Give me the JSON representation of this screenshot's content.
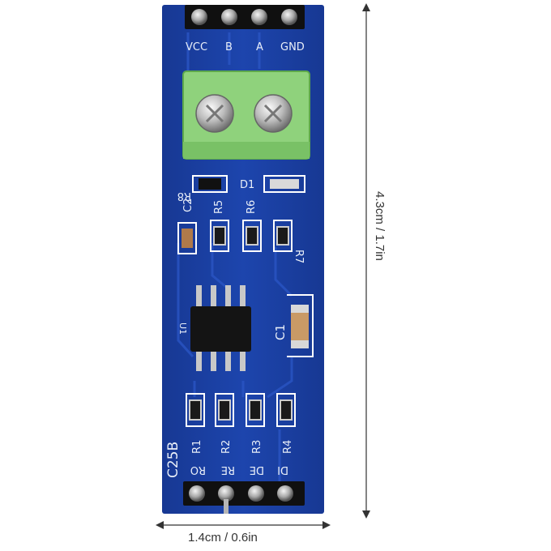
{
  "board": {
    "top_header_labels": [
      "VCC",
      "B",
      "A",
      "GND"
    ],
    "bottom_header_labels": [
      "RO",
      "RE",
      "DE",
      "DI"
    ],
    "silkscreen": {
      "r8": "R8",
      "d1": "D1",
      "c2": "C2",
      "r5": "R5",
      "r6": "R6",
      "r7": "R7",
      "u1": "U1",
      "c1": "C1",
      "r1": "R1",
      "r2": "R2",
      "r3": "R3",
      "r4": "R4",
      "model": "C25B"
    },
    "colors": {
      "pcb": "#1a3e9e",
      "terminal": "#8fd27c",
      "chip": "#151515",
      "pins": "#c0c0c0"
    }
  },
  "dimensions": {
    "height_label": "4.3cm / 1.7in",
    "width_label": "1.4cm / 0.6in"
  }
}
